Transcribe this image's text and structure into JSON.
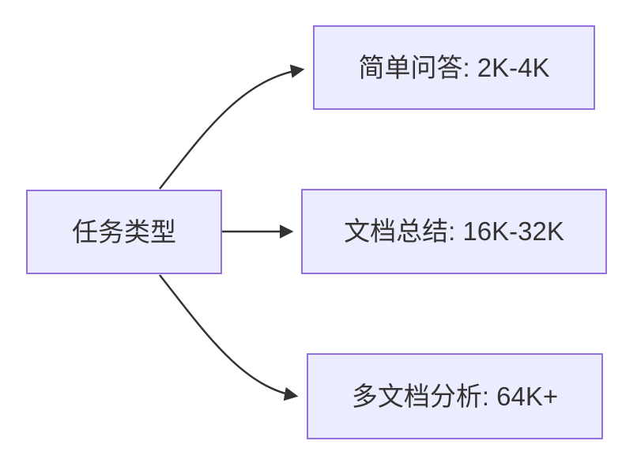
{
  "diagram": {
    "type": "flowchart",
    "direction": "LR",
    "colors": {
      "node_fill": "#ECECFF",
      "node_border": "#9370DB",
      "edge": "#333333",
      "text": "#333333",
      "background": "#FFFFFF"
    },
    "nodes": {
      "root": {
        "label": "任务类型"
      },
      "qa": {
        "label": "简单问答: 2K-4K"
      },
      "summary": {
        "label": "文档总结: 16K-32K"
      },
      "multidoc": {
        "label": "多文档分析: 64K+"
      }
    },
    "edges": [
      {
        "from": "任务类型",
        "to": "简单问答: 2K-4K"
      },
      {
        "from": "任务类型",
        "to": "文档总结: 16K-32K"
      },
      {
        "from": "任务类型",
        "to": "多文档分析: 64K+"
      }
    ]
  }
}
